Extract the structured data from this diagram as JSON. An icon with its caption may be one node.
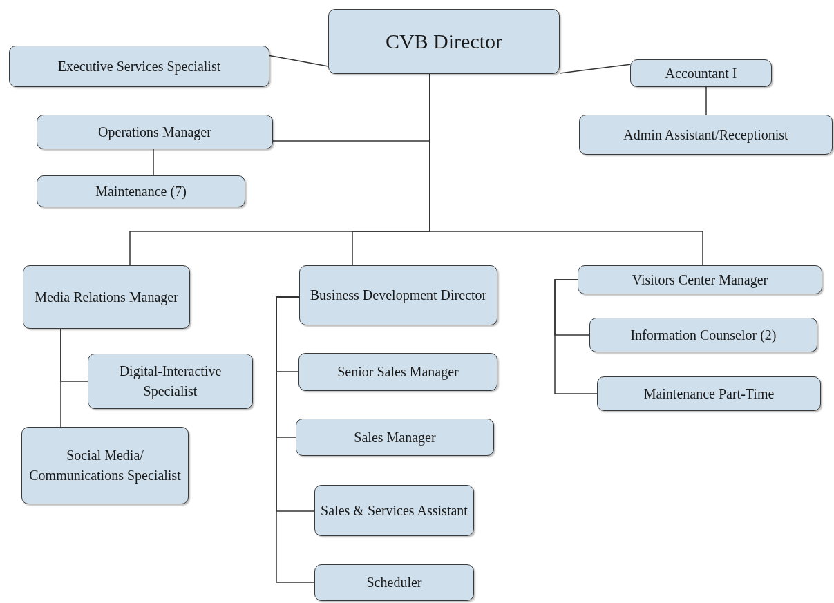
{
  "diagram": {
    "nodes": [
      {
        "text": [
          "CVB Director"
        ]
      },
      {
        "text": [
          "Executive Services Specialist"
        ]
      },
      {
        "text": [
          "Accountant I"
        ]
      },
      {
        "text": [
          "Admin Assistant/Receptionist"
        ]
      },
      {
        "text": [
          "Operations Manager"
        ]
      },
      {
        "text": [
          "Maintenance (7)"
        ]
      },
      {
        "text": [
          "Media Relations Manager"
        ]
      },
      {
        "text": [
          "Digital-Interactive Specialist"
        ]
      },
      {
        "text": [
          "Social Media/ Communications Specialist"
        ]
      },
      {
        "text": [
          "Business Development Director"
        ]
      },
      {
        "text": [
          "Senior Sales Manager"
        ]
      },
      {
        "text": [
          "Sales Manager"
        ]
      },
      {
        "text": [
          "Sales & Services Assistant"
        ]
      },
      {
        "text": [
          "Scheduler"
        ]
      },
      {
        "text": [
          "Visitors Center Manager"
        ]
      },
      {
        "text": [
          "Information Counselor (2)"
        ]
      },
      {
        "text": [
          "Maintenance Part-Time"
        ]
      }
    ],
    "edges": [
      {
        "from": 0,
        "to": 1,
        "arrow": "none"
      },
      {
        "from": 0,
        "to": 2,
        "arrow": "none"
      },
      {
        "from": 2,
        "to": 3,
        "arrow": "none"
      },
      {
        "from": 0,
        "to": 4,
        "arrow": "none"
      },
      {
        "from": 4,
        "to": 5,
        "arrow": "none"
      },
      {
        "from": 0,
        "to": 6,
        "arrow": "none"
      },
      {
        "from": 0,
        "to": 9,
        "arrow": "none"
      },
      {
        "from": 0,
        "to": 14,
        "arrow": "none"
      },
      {
        "from": 6,
        "to": 7,
        "arrow": "none"
      },
      {
        "from": 6,
        "to": 8,
        "arrow": "none"
      },
      {
        "from": 9,
        "to": 10,
        "arrow": "none"
      },
      {
        "from": 9,
        "to": 11,
        "arrow": "none"
      },
      {
        "from": 9,
        "to": 12,
        "arrow": "none"
      },
      {
        "from": 9,
        "to": 13,
        "arrow": "none"
      },
      {
        "from": 14,
        "to": 15,
        "arrow": "none"
      },
      {
        "from": 14,
        "to": 16,
        "arrow": "none"
      }
    ]
  }
}
